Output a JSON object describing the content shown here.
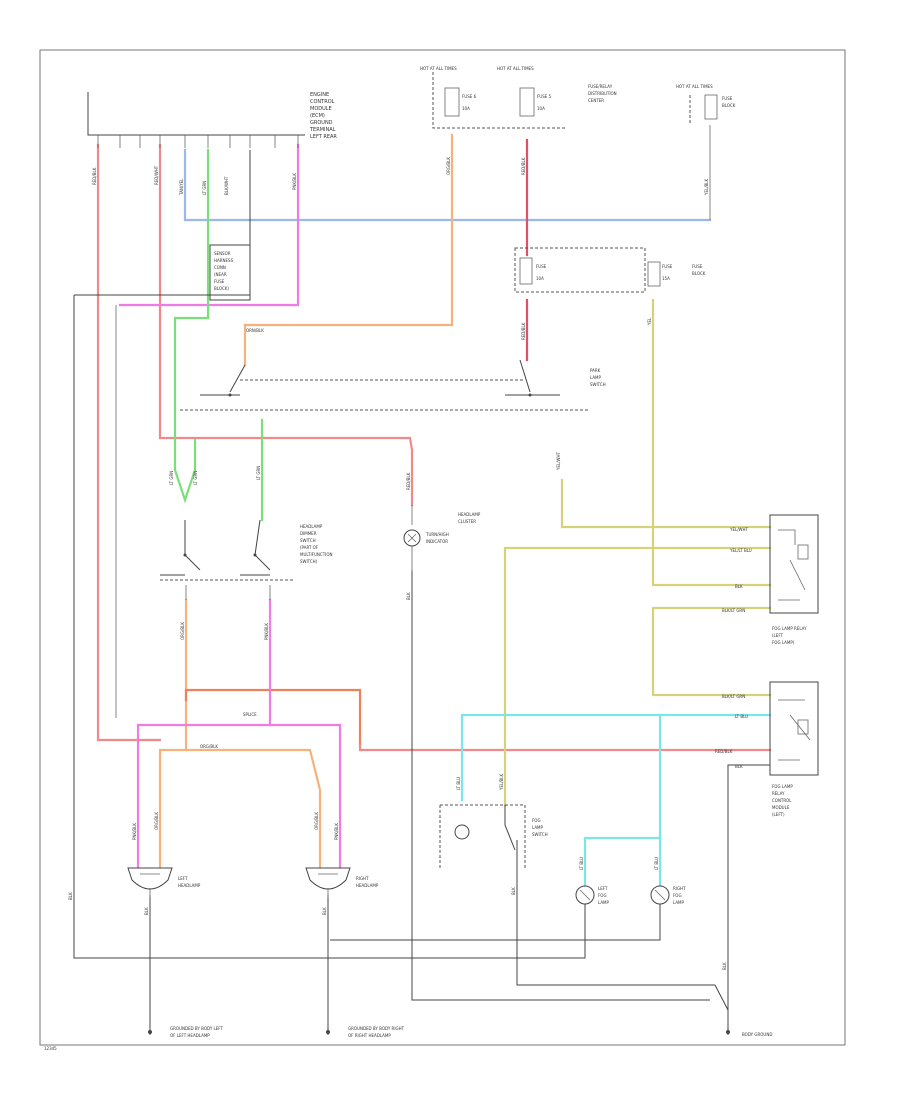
{
  "diagram": {
    "labels": {
      "ecm": [
        "ENGINE",
        "CONTROL",
        "MODULE",
        "(ECM)",
        "GROUND",
        "TERMINAL",
        "LEFT REAR"
      ],
      "fuse_top_left": [
        "FUSE 6",
        "10A"
      ],
      "fuse_top_mid": [
        "FUSE 5",
        "10A"
      ],
      "fuse_block_top": [
        "FUSE/RELAY",
        "DISTRIBUTION",
        "CENTER"
      ],
      "hot_at_all_times": [
        "HOT AT ALL TIMES",
        "FUSE",
        "BLOCK"
      ],
      "fuse_mid_left": [
        "FUSE",
        "10A"
      ],
      "fuse_mid_right": [
        "FUSE",
        "15A"
      ],
      "fuse_block_mid": [
        "FUSE",
        "BLOCK"
      ],
      "park_lamp_switch": [
        "PARK",
        "LAMP",
        "SWITCH"
      ],
      "headlamp_dimmer": [
        "HEADLAMP",
        "DIMMER",
        "SWITCH",
        "(PART OF",
        "MULTIFUNCTION",
        "SWITCH)"
      ],
      "turn_indicator": [
        "TURN/HIGH",
        "INDICATOR"
      ],
      "hood_light": [
        "HEADLAMP",
        "CLUSTER"
      ],
      "fog_lamp_relay": [
        "FOG LAMP RELAY",
        "(LEFT",
        "FOG LAMP)"
      ],
      "fog_lamp_control": [
        "FOG LAMP",
        "RELAY",
        "CONTROL",
        "MODULE",
        "(LEFT)"
      ],
      "fog_switch": [
        "FOG",
        "LAMP",
        "SWITCH"
      ],
      "left_headlamp": [
        "LEFT",
        "HEADLAMP"
      ],
      "right_headlamp": [
        "RIGHT",
        "HEADLAMP"
      ],
      "left_fog": [
        "LEFT",
        "FOG",
        "LAMP"
      ],
      "right_fog": [
        "RIGHT",
        "FOG",
        "LAMP"
      ],
      "ground_left": [
        "GROUNDED BY BODY LEFT",
        "OF LEFT HEADLAMP"
      ],
      "ground_right": [
        "GROUNDED BY BODY RIGHT",
        "OF RIGHT HEADLAMP"
      ],
      "body_ground": [
        "BODY GROUND"
      ],
      "splice": "SPLICE",
      "footer": "12345"
    },
    "wire_colors": {
      "red": "#f08a8a",
      "dark_red": "#e0506a",
      "orange": "#f6b27a",
      "orange_red": "#f0805a",
      "pink": "#f07ae6",
      "green": "#7ade7a",
      "blue": "#9ab8ec",
      "cyan": "#7ae6ea",
      "olive": "#d6d27a",
      "black": "#555555",
      "gray": "#9a9a9a"
    },
    "wire_labels": {
      "w1": "RED/BLK",
      "w2": "RED/WHT",
      "w3": "TAN/YEL",
      "w4": "BLK/WHT",
      "w5": "LT GRN",
      "w6": "PNK/BLK",
      "w7": "RED/BLK",
      "w8": "ORG/BLK",
      "w9": "ORN/BLK",
      "w10": "YEL/BLK",
      "w11": "LT GRN",
      "w12": "LT GRN",
      "w13": "RED/BLK",
      "w14": "YEL",
      "w15": "YEL/WHT",
      "w16": "BLK",
      "w17": "YEL/LT BLU",
      "w18": "BLK/LT GRN",
      "w19": "LT BLU",
      "w20": "RED/BLK",
      "w21": "BLK",
      "w22": "ORG/BLK",
      "w23": "PNK/BLK",
      "w24": "ORG/BLK",
      "w25": "PNK/BLK",
      "w26": "RED/BLK",
      "w27": "LT BLU",
      "w28": "YEL/BLK",
      "w29": "BLK",
      "w30": "LT BLU",
      "w31": "LT BLU",
      "w32": "BLK",
      "w33": "BLK",
      "w34": "BLK",
      "w35": "BLK"
    }
  }
}
